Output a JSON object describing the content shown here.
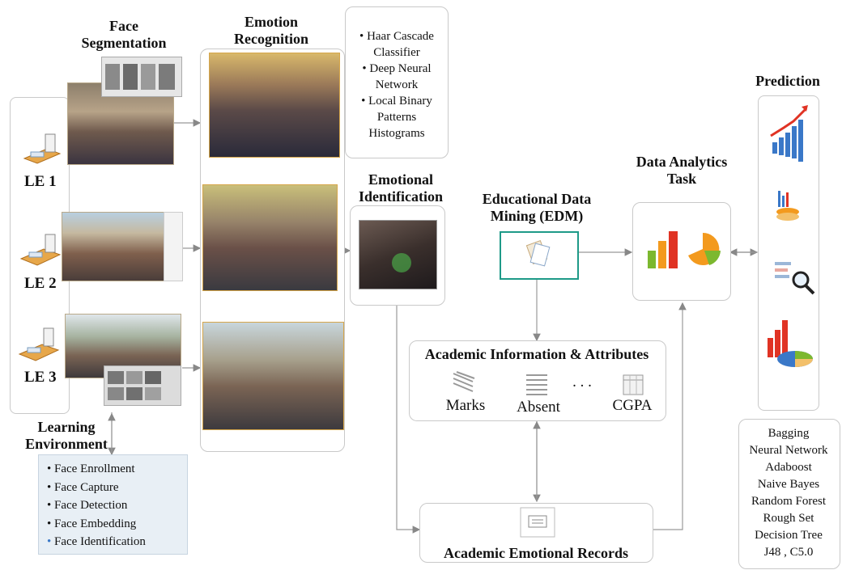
{
  "stages": {
    "face_segmentation": "Face Segmentation",
    "emotion_recognition": "Emotion Recognition",
    "emotional_identification": "Emotional Identification",
    "edm": "Educational Data Mining (EDM)",
    "data_analytics": "Data Analytics Task",
    "prediction": "Prediction",
    "learning_environment": "Learning Environment",
    "academic_info": "Academic Information & Attributes",
    "academic_records": "Academic Emotional Records"
  },
  "environments": [
    "LE 1",
    "LE 2",
    "LE 3"
  ],
  "recognition_methods": [
    "Haar Cascade Classifier",
    "Deep Neural Network",
    "Local Binary Patterns Histograms"
  ],
  "face_steps": [
    "Face Enrollment",
    "Face Capture",
    "Face Detection",
    "Face Embedding",
    "Face Identification"
  ],
  "attributes": [
    "Marks",
    "Absent",
    "CGPA"
  ],
  "attribute_ellipsis": ". . .",
  "algorithms": [
    "Bagging",
    "Neural Network",
    "Adaboost",
    "Naive Bayes",
    "Random Forest",
    "Rough Set",
    "Decision Tree",
    "J48 , C5.0"
  ],
  "colors": {
    "edm_border": "#1e9a88",
    "face_panel_bg": "#e8eff5",
    "chart_red": "#e03324",
    "chart_orange": "#f39a1e",
    "chart_green": "#7cb82f",
    "chart_blue": "#3a78c8"
  }
}
